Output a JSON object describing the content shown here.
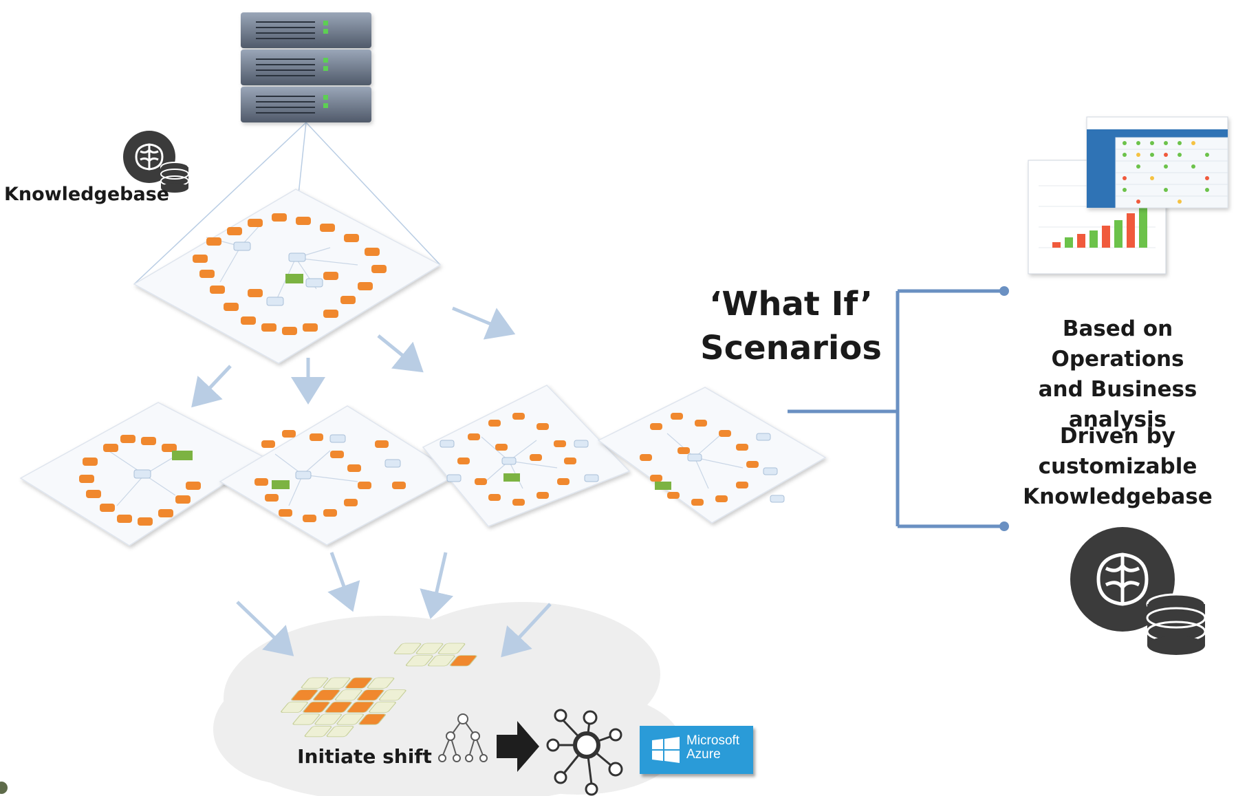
{
  "labels": {
    "knowledgebase_top": "Knowledgebase",
    "what_if": "‘What If’\nScenarios",
    "based_on": "Based on Operations\nand Business analysis",
    "driven_by": "Driven by\ncustomizable\nKnowledgebase",
    "initiate_shift": "Initiate shift"
  },
  "azure": {
    "text": "Microsoft\nAzure"
  },
  "icons": {
    "server": "server-rack-icon",
    "brain_db": "brain-database-icon",
    "hierarchy": "hierarchy-tree-icon",
    "network": "network-hub-icon",
    "windows": "windows-logo-icon"
  },
  "colors": {
    "node_orange": "#f0882e",
    "node_blue": "#dce8f5",
    "node_green": "#7cb342",
    "arrow": "#b9cde4",
    "bracket": "#6a90c2",
    "cloud": "#eeeeee",
    "azure": "#2a9bd8",
    "dark_icon": "#3b3b3b"
  }
}
